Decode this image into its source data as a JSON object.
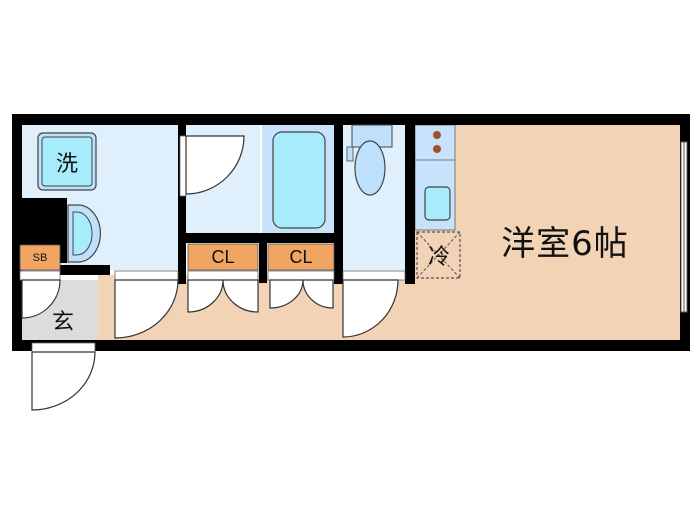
{
  "floorplan": {
    "colors": {
      "wall": "#000000",
      "wet_area": "#dff0fc",
      "fixture": "#bfe0fa",
      "fixture_cyan": "#a6ecfb",
      "closet": "#f0a562",
      "room_floor": "#f2d3b6",
      "entrance": "#dcdcdc",
      "door": "#ffffff"
    },
    "rooms": {
      "main_room": "洋室6帖",
      "entrance": "玄",
      "washer": "洗",
      "fridge": "冷",
      "shoe_box": "SB",
      "closet_1": "CL",
      "closet_2": "CL"
    }
  }
}
